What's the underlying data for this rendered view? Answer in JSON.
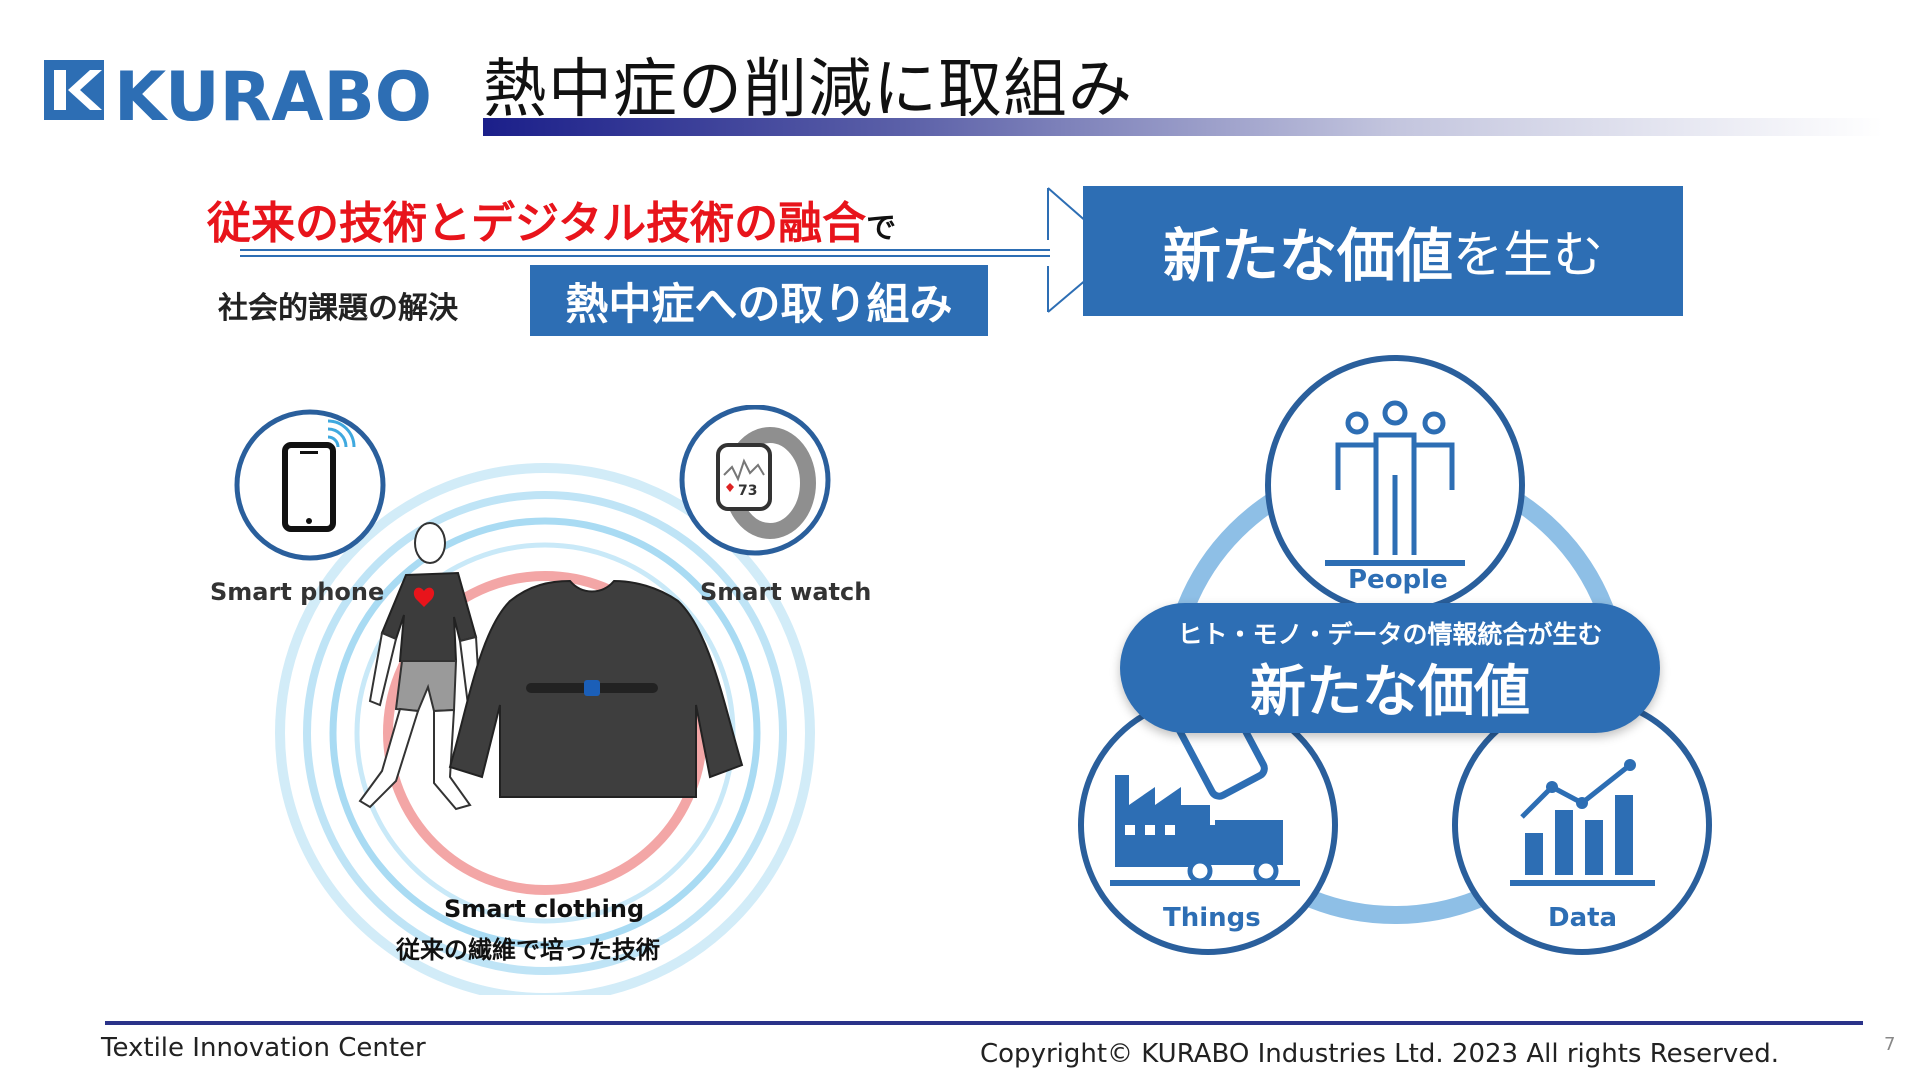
{
  "header": {
    "logo_text": "KURABO",
    "title": "熱中症の削減に取組み"
  },
  "banner": {
    "fusion_red": "従来の技術とデジタル技術の融合",
    "fusion_suffix": "で",
    "social_label": "社会的課題の解決",
    "heat_label": "熱中症への取り組み",
    "value_bold": "新たな価値",
    "value_rest": "を生む"
  },
  "left_panel": {
    "smart_phone": "Smart phone",
    "smart_watch": "Smart watch",
    "smart_clothing": "Smart clothing",
    "clothing_sub": "従来の繊維で培った技術",
    "watch_value": "73"
  },
  "right_panel": {
    "people": "People",
    "things": "Things",
    "data": "Data",
    "pill_sub": "ヒト・モノ・データの情報統合が生む",
    "pill_main": "新たな価値"
  },
  "footer": {
    "left": "Textile Innovation Center",
    "right": "Copyright©  KURABO Industries Ltd. 2023 All rights Reserved.",
    "page": "7"
  },
  "colors": {
    "brand_blue": "#2d6eb4",
    "accent_red": "#e8141b",
    "navy": "#1b1f8a"
  }
}
